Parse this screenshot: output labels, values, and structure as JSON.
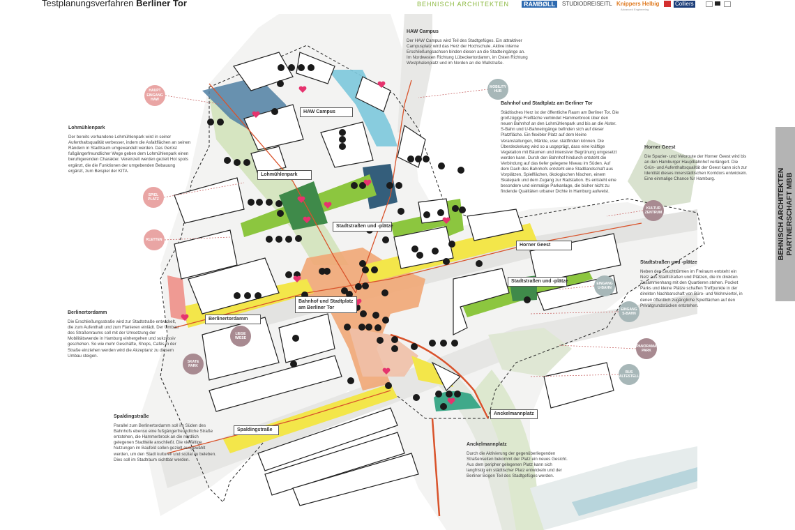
{
  "header": {
    "title_prefix": "Testplanungsverfahren",
    "title_bold": "Berliner Tor",
    "logos": [
      "BEHNISCH ARCHITEKTEN",
      "RAMBØLL",
      "STUDIODREISEITL",
      "Knippers Helbig",
      "Advanced Engineering",
      "Colliers"
    ]
  },
  "side_tab": {
    "line1": "BEHNISCH ARCHITEKTEN",
    "line2": "PARTNERSCHAFT MBB"
  },
  "texts": {
    "haw": {
      "title": "HAW Campus",
      "body": "Der HAW Campus wird Teil des Stadtgefüges. Ein attraktiver Campusplatz wird das Herz der Hochschule. Aktive interne Erschließungsachsen binden diesen an die Stadteingänge an. Im Nordwesten Richtung Lübeckertordamm, im Osten Richtung Westphalenplatz und im Norden an die Wallstraße."
    },
    "bahnhof": {
      "title": "Bahnhof und Stadtplatz am Berliner Tor",
      "body": "Städtisches Herz ist der öffentliche Raum am Berliner Tor. Die großzügige Freifläche verbindet Hammerbrook über den neuen Bahnhof an den Lohmühlenpark und bis an die Alster. S-Bahn und U-Bahneingänge befinden sich auf dieser Platzfläche. Ein flexibler Platz auf dem kleine Veranstaltungen, Märkte, usw. stattfinden können. Die Überdeckelung wird so a usgeprägt, dass eine kräftige Vegetation mit Bäumen und intensiver Begrünung umgesetzt werden kann. Durch den Bahnhof hindurch entsteht die Verbindung auf das tiefer gelegene Niveau im Süden. Auf dem Dach des Bahnhofs entsteht eine Stadtlandschaft aus Vorplätzen, Spielflächen, ökologischen Nischen, einem Skatepark und dem Zugang zur Radstation. Es entsteht eine besondere und einmalige Parkanlage, die bisher nicht zu findende Qualitäten urbaner Dichte in Hamburg aufweist."
    },
    "lohmuehlenpark": {
      "title": "Lohmühlenpark",
      "body": "Der bereits vorhandene Lohmühlenpark wird in seiner Aufenthaltsqualität verbesser, indem die Asfaltflächen an seinen Rändern in Stadtraum umgewandelt werden. Das Gerüst fußgängerfreundlicher Wege geben dem Lohmühlenpark einen beruhigerenden Charakter. Vereinzelt werden gezielt Hot spots ergänzt, die die Funktionen der umgebenden Bebauung ergänzt, zum Beispiel der KITA."
    },
    "horner": {
      "title": "Horner Geest",
      "body": "Die Spazier- und Veloroute der Horner Geest wird bis an den Hamburger Hauptbahnhof verlängert. Die Grün- und Aufenthaltsqualität der Geest kann sich zur Identität dieses innerstädtischen Korridors entwickeln. Eine einmalige Chance für Hamburg."
    },
    "stadtstrassen": {
      "title": "Stadtstraßen und -plätze",
      "body": "Neben den Leuchttürmen im Freiraum entsteht ein Netz aus Stadtstraßen und Plätzen, die im direkten Zusammenhang mit den Quartieren stehen. Pocket Parks und kleine Plätze schaffen Treffpunkte in der direkten Nachbarschaft von Büro- und Wohnviertel, in denen öffentlich zugängliche Spielflächen auf den Privatgrundstücken entstehen."
    },
    "berlinertordamm": {
      "title": "Berlinertordamm",
      "body": "Die Erschließungsstraße wird zur Stadtstraße entwickelt, die zum Aufenthalt und zum Flanieren einlädt. Der Umbau des Straßenraums soll mit der Umsetzung der Mobilitätswende in Hamburg einhergehen und sukzessiv geschehen. So wie mehr Geschäfte, Shops, Cafés in der Straße einziehen werden wird die Akzeptanz zu diesem Umbau steigen."
    },
    "spalding": {
      "title": "Spaldingstraße",
      "body": "Parallel zum Berlinertordamm soll im Süden des Bahnhofs ebenso eine fußgängerfreundliche Straße entstehen, die Hammerbrook an die nördlich gelegenen Stadtteile anschließt. Die vielfältige Nutzungen im Baufeld sollen gezielt ausgewählt werden, um den Stadt kulturell und sozial zu beleben. Dies soll im Stadtraum sichtbar werden."
    },
    "anckelmann": {
      "title": "Anckelmannplatz",
      "body": "Durch die Aktivierung der gegenüberliegenden Straßenseiten bekommt der Platz ein neues Gesicht. Aus dem peripher gelegenen Platz kann sich langfristig ein städtischer Platz entwickeln und der Berliner Bogen Teil des Stadtgefüges werden."
    }
  },
  "map_labels": {
    "haw": "HAW Campus",
    "lohmuehlenpark": "Lohmühlenpark",
    "stadtstrassen1": "Stadtstraßen und -plätze",
    "horner": "Horner Geest",
    "stadtstrassen2": "Stadtstraßen und -plätze",
    "bahnhof_l1": "Bahnhof und Stadtplatz",
    "bahnhof_l2": "am Berliner Tor",
    "berlinertordamm": "Berlinertordamm",
    "spalding": "Spaldingstraße",
    "anckelmann": "Anckelmannplatz"
  },
  "hotspots": {
    "haupteingang": {
      "l1": "HAUPT",
      "l2": "EINGANG",
      "l3": "HAW"
    },
    "spielplatz": {
      "l1": "SPIEL",
      "l2": "PLATZ"
    },
    "kletten": {
      "l1": "KLETTEN"
    },
    "liegewiese": {
      "l1": "LIEGE",
      "l2": "WIESE"
    },
    "skatepark": {
      "l1": "SKATE",
      "l2": "PARK"
    },
    "mobility": {
      "l1": "MOBILITY",
      "l2": "HUB"
    },
    "kultur": {
      "l1": "KULTUR",
      "l2": "ZENTRUM"
    },
    "ubahn": {
      "l1": "EINGANG",
      "l2": "U-BAHN"
    },
    "sbahn": {
      "l1": "EINGANG",
      "l2": "S-BAHN"
    },
    "panorama": {
      "l1": "PANORAMA",
      "l2": "PARK"
    },
    "bus": {
      "l1": "BUS",
      "l2": "HALTESTELLE"
    }
  },
  "colors": {
    "hotspot_pink": "#e9a5a4",
    "hotspot_mauve": "#a88a91",
    "hotspot_grey": "#a7b7b8",
    "haw_blue": "#4f7fa3",
    "haw_cyan": "#7cc8dc",
    "station_orange": "#f1a776",
    "street_yellow": "#f3e64a",
    "street_green": "#8cc63f",
    "park_green": "#3f8a4a",
    "route_red": "#d9532b",
    "heart": "#e6336e"
  }
}
